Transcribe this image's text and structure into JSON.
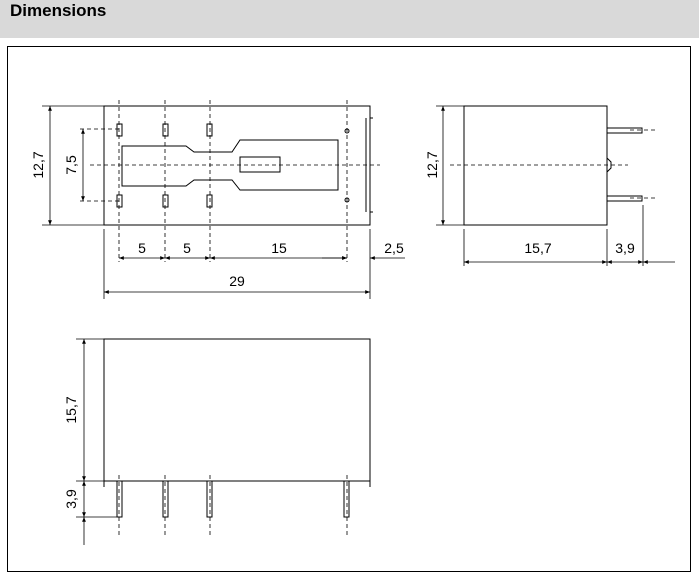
{
  "header": {
    "title": "Dimensions"
  },
  "drawing": {
    "top_view": {
      "height_outer": "12,7",
      "height_inner": "7,5",
      "pitch_1": "5",
      "pitch_2": "5",
      "span": "15",
      "offset": "2,5",
      "length": "29"
    },
    "side_view": {
      "height": "12,7",
      "width": "15,7",
      "pin_length": "3,9"
    },
    "front_view": {
      "height": "15,7",
      "pin_length": "3,9"
    }
  },
  "colors": {
    "header_bg": "#d9d9d9",
    "line": "#000000"
  }
}
